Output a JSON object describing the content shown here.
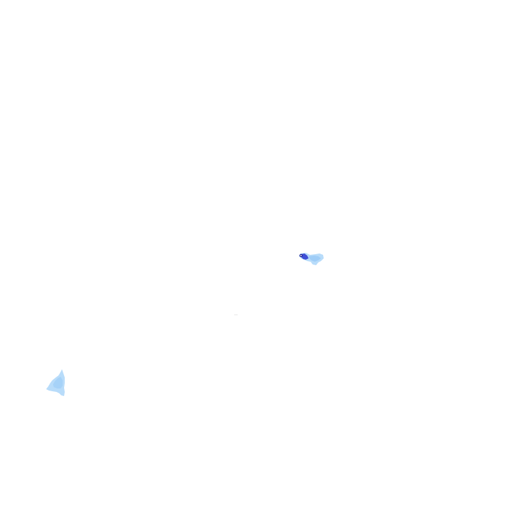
{
  "map": {
    "background_color": "#ffffff",
    "blobs": [
      {
        "name": "east-precip-cell",
        "fill_light": "#b8dcfa",
        "fill_mid": "#9fcdf7",
        "fill_core": "#3f4fd6",
        "core_dot": "#1a1a8c",
        "intensity": "moderate"
      },
      {
        "name": "southwest-precip-cell",
        "fill_light": "#b8dcfa",
        "fill_mid": "#a6d2f8",
        "intensity": "light"
      }
    ]
  }
}
